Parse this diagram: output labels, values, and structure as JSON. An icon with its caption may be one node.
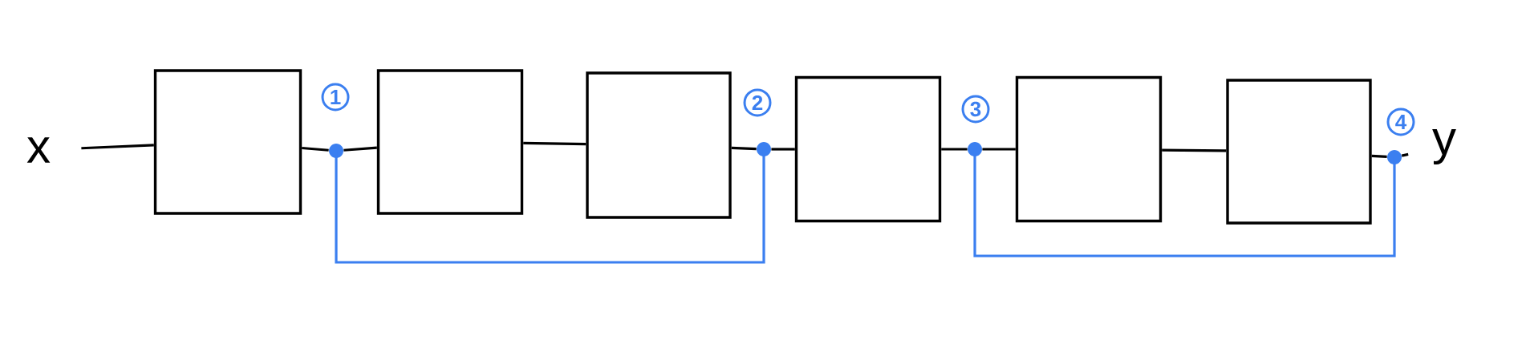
{
  "diagram": {
    "nodes": [
      {
        "text": [
          "x"
        ]
      },
      {
        "text": [],
        "shape": "box"
      },
      {
        "text": [],
        "shape": "circle",
        "beside": [
          "1"
        ]
      },
      {
        "text": [],
        "shape": "box"
      },
      {
        "text": [],
        "shape": "box"
      },
      {
        "text": [],
        "shape": "circle",
        "beside": [
          "2"
        ]
      },
      {
        "text": [],
        "shape": "box"
      },
      {
        "text": [],
        "shape": "circle",
        "beside": [
          "3"
        ]
      },
      {
        "text": [],
        "shape": "box"
      },
      {
        "text": [],
        "shape": "box"
      },
      {
        "text": [],
        "shape": "circle",
        "beside": [
          "4"
        ]
      },
      {
        "text": [
          "y"
        ]
      }
    ],
    "edges": [
      {
        "from": 0,
        "to": 1,
        "arrow": "none"
      },
      {
        "from": 1,
        "to": 2,
        "arrow": "none"
      },
      {
        "from": 2,
        "to": 3,
        "arrow": "none"
      },
      {
        "from": 3,
        "to": 4,
        "arrow": "none"
      },
      {
        "from": 4,
        "to": 5,
        "arrow": "none"
      },
      {
        "from": 5,
        "to": 6,
        "arrow": "none"
      },
      {
        "from": 6,
        "to": 7,
        "arrow": "none"
      },
      {
        "from": 7,
        "to": 8,
        "arrow": "none"
      },
      {
        "from": 8,
        "to": 9,
        "arrow": "none"
      },
      {
        "from": 9,
        "to": 10,
        "arrow": "none"
      },
      {
        "from": 10,
        "to": 11,
        "arrow": "none"
      },
      {
        "from": 2,
        "to": 5,
        "arrow": "none",
        "color": "#3b7ff0"
      },
      {
        "from": 7,
        "to": 10,
        "arrow": "none",
        "color": "#3b7ff0"
      }
    ]
  }
}
